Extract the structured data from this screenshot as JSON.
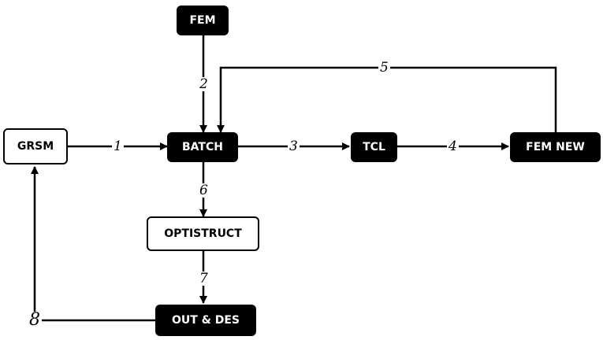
{
  "nodes": {
    "fem": "FEM",
    "grsm": "GRSM",
    "batch": "BATCH",
    "tcl": "TCL",
    "fem_new": "FEM NEW",
    "optistruct": "OPTISTRUCT",
    "out_des": "OUT & DES"
  },
  "edges": {
    "e1": "1",
    "e2": "2",
    "e3": "3",
    "e4": "4",
    "e5": "5",
    "e6": "6",
    "e7": "7",
    "e8": "8"
  },
  "colors": {
    "dark_node": "#000000",
    "light_node": "#ffffff",
    "stroke": "#000000"
  }
}
